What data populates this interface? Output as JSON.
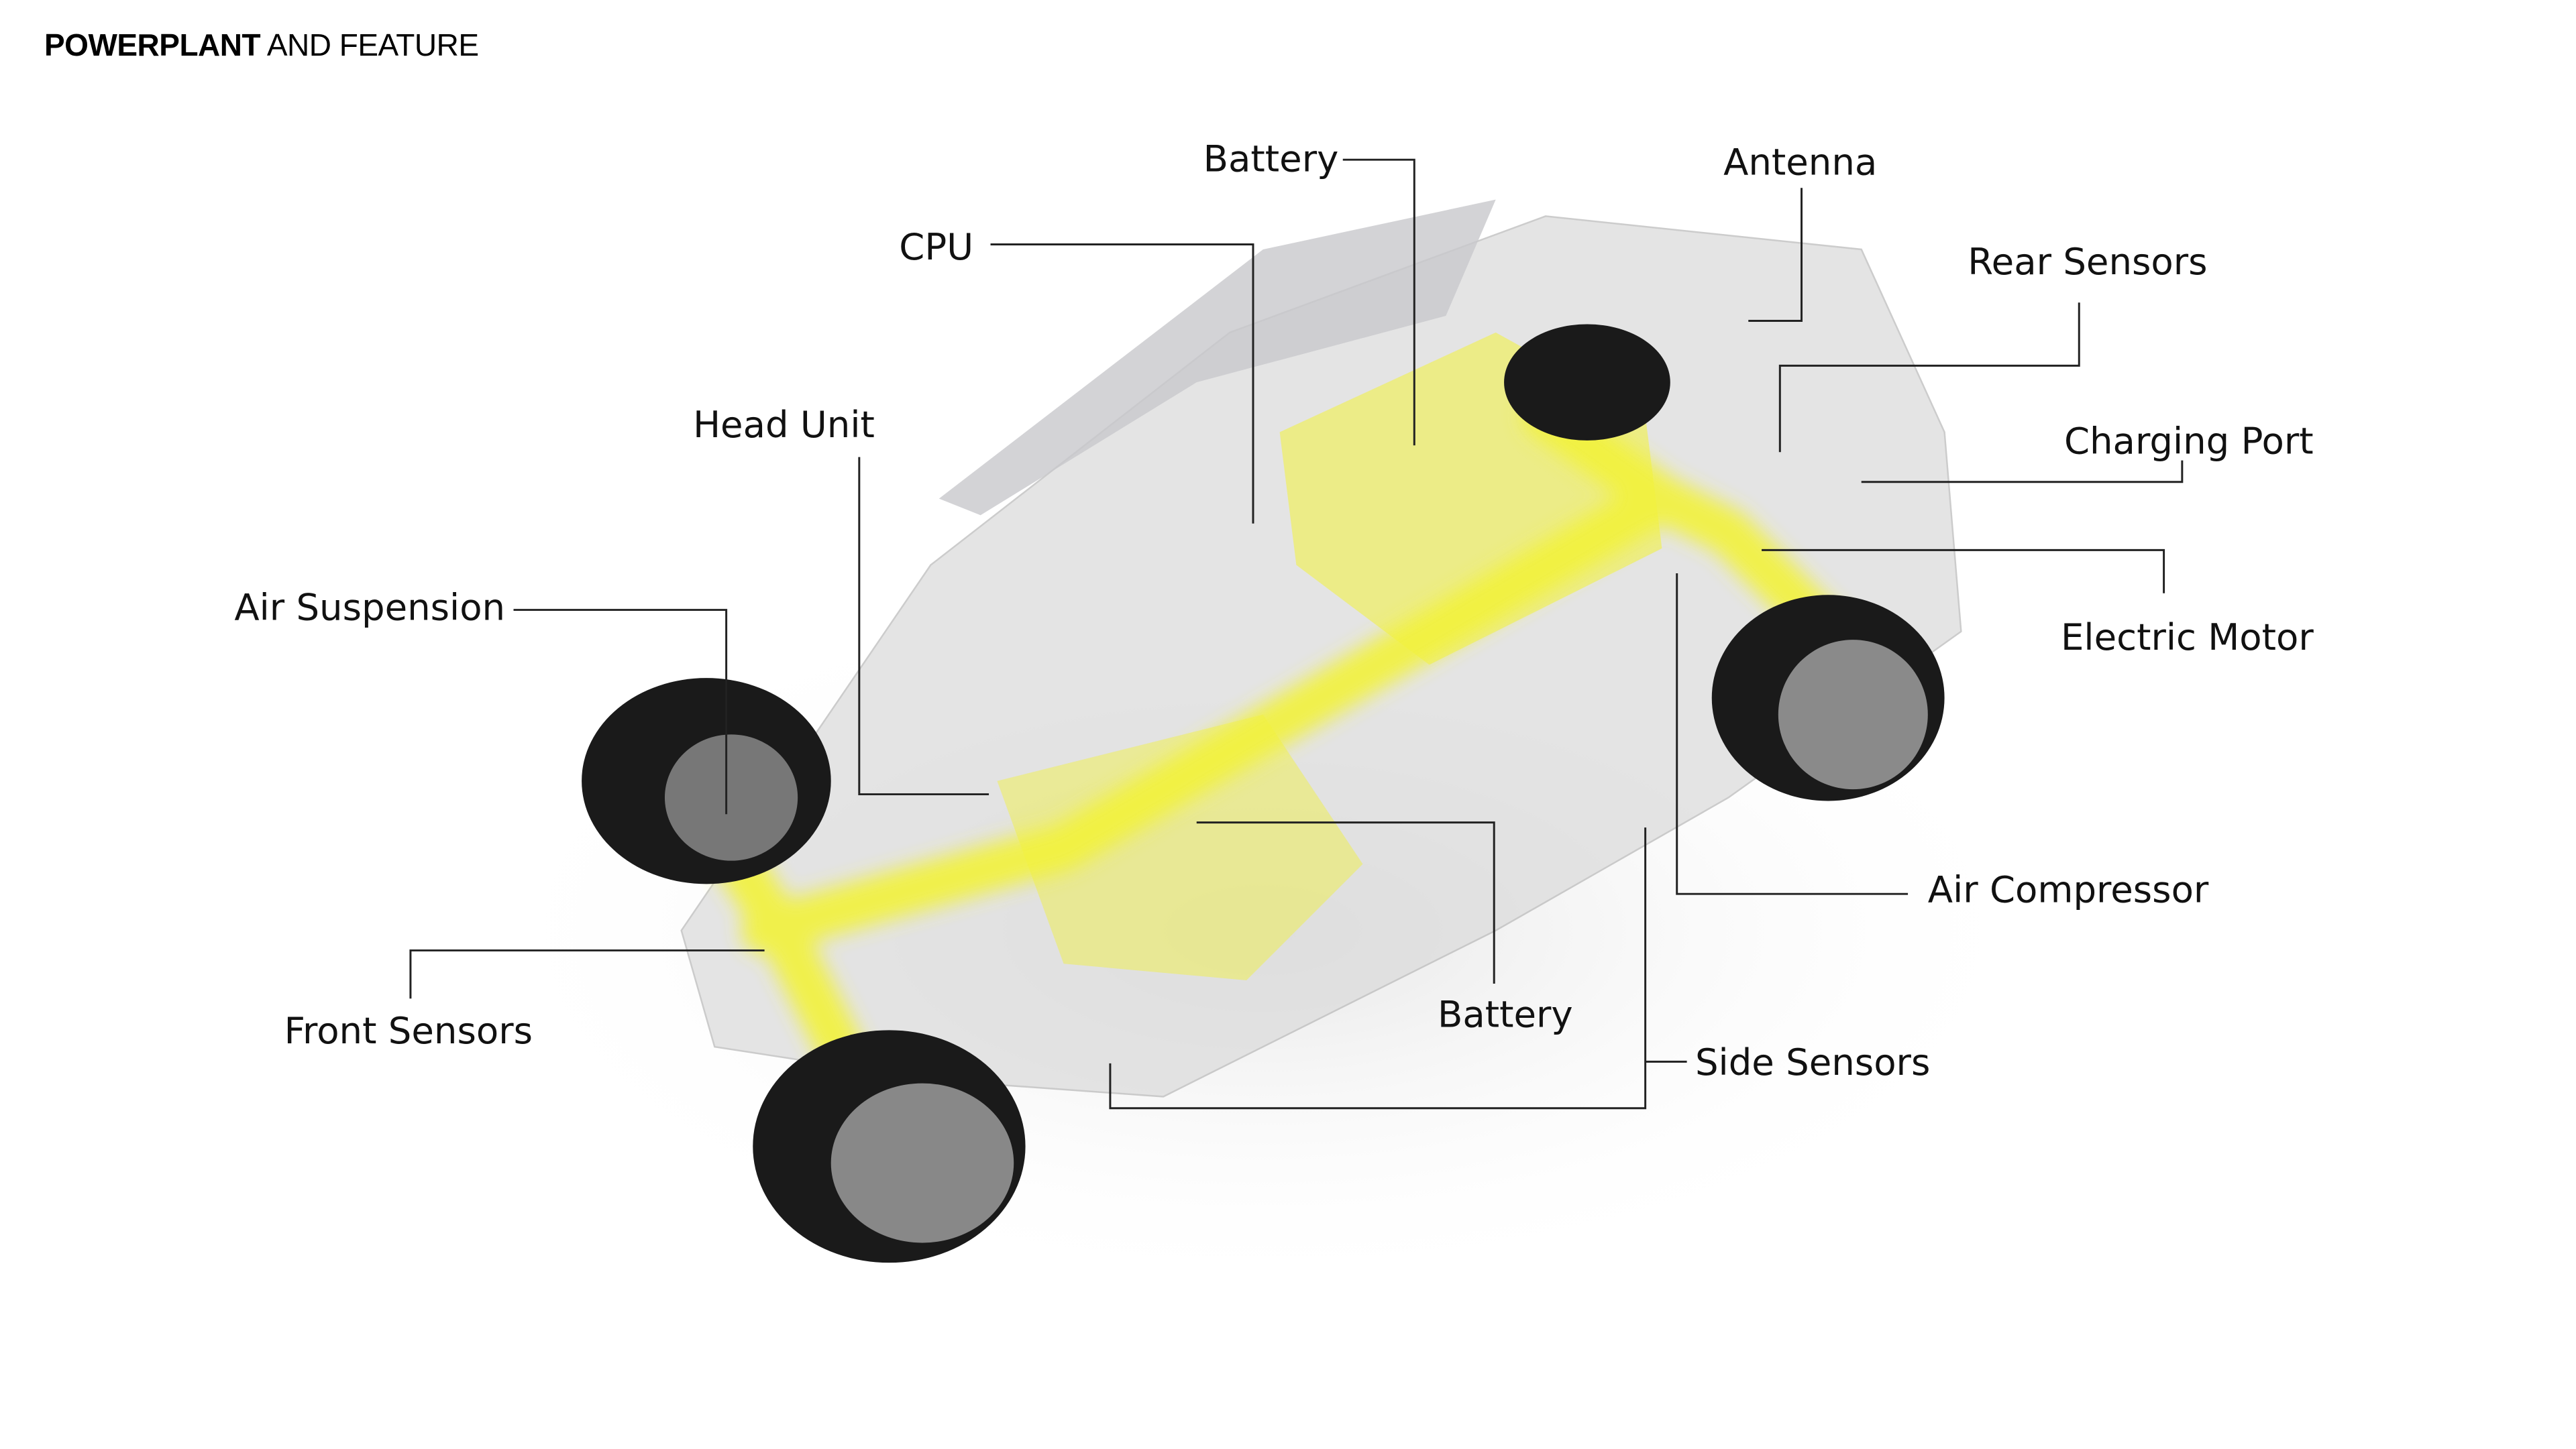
{
  "title": {
    "bold": "POWERPLANT",
    "rest": "AND FEATURE"
  },
  "labels": {
    "battery_top": "Battery",
    "antenna": "Antenna",
    "cpu": "CPU",
    "rear_sensors": "Rear Sensors",
    "head_unit": "Head Unit",
    "charging_port": "Charging Port",
    "air_suspension": "Air Suspension",
    "electric_motor": "Electric Motor",
    "air_compressor": "Air Compressor",
    "front_sensors": "Front Sensors",
    "battery_bottom": "Battery",
    "side_sensors": "Side Sensors"
  },
  "colors": {
    "highlight": "#f2f23a",
    "tire": "#1a1a1a",
    "body": "#d9d9d9"
  }
}
